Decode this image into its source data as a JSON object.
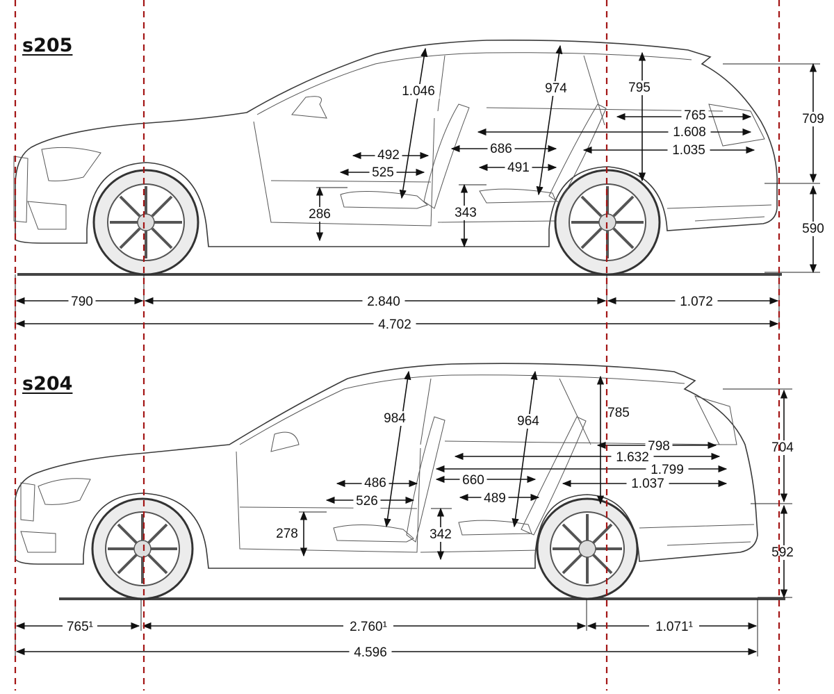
{
  "models": [
    {
      "name": "s205",
      "dims": {
        "front_overhang": "790",
        "wheelbase": "2.840",
        "rear_overhang": "1.072",
        "length": "4.702",
        "rear_height": "709",
        "lower_height": "590",
        "front_headroom": "1.046",
        "rear_headroom": "974",
        "cargo_height": "795",
        "cargo_width": "765",
        "cargo_length_max": "1.608",
        "cargo_length": "1.035",
        "front_legroom": "492",
        "front_seat_depth": "525",
        "rear_legroom": "686",
        "rear_seat_depth": "491",
        "front_seat_height": "286",
        "rear_seat_height": "343"
      }
    },
    {
      "name": "s204",
      "dims": {
        "front_overhang": "765¹",
        "wheelbase": "2.760¹",
        "rear_overhang": "1.071¹",
        "length": "4.596",
        "rear_height": "704",
        "lower_height": "592",
        "front_headroom": "984",
        "rear_headroom": "964",
        "cargo_height": "785",
        "cargo_width": "798",
        "cargo_length_max": "1.632",
        "cargo_length_full": "1.799",
        "cargo_length": "1.037",
        "front_legroom": "486",
        "front_seat_depth": "526",
        "rear_legroom": "660",
        "rear_seat_depth": "489",
        "front_seat_height": "278",
        "rear_seat_height": "342"
      }
    }
  ],
  "colors": {
    "reference_line": "#a31515",
    "outline": "#3a3a3a",
    "dimension": "#111111"
  }
}
